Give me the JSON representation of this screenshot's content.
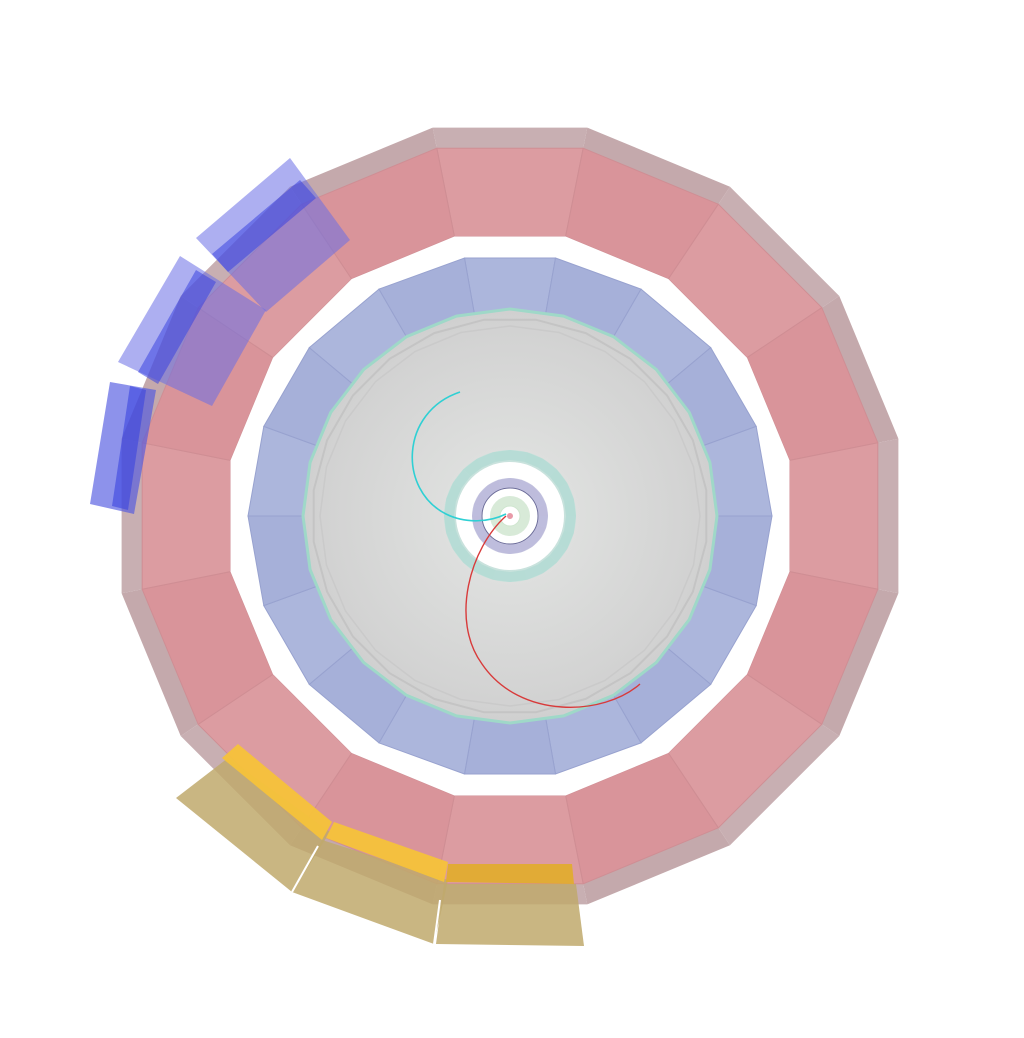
{
  "event_display": {
    "view": "transverse",
    "colors": {
      "background": "#ffffff",
      "muon_chamber": "#c4a9ac",
      "hadron_calorimeter": "#d9949a",
      "em_calorimeter": "#a6b0d9",
      "tracker_cylinder": "#dcdcdc",
      "tracker_outline": "#9fd8c8",
      "inner_pixel": "#cfcfe4",
      "beam_pipe": "#d8ead8",
      "muon_hits_blue": "#5a62e6",
      "muon_hits_gold": "#c8b47a",
      "energy_deposit_gold": "#f6c23a",
      "track_positive": "#2fd0d4",
      "track_negative": "#d83a3a"
    },
    "detector_layers": [
      {
        "name": "muon-ring",
        "sides": 16
      },
      {
        "name": "hadron-calorimeter",
        "sides": 16
      },
      {
        "name": "em-calorimeter",
        "sides": 18
      },
      {
        "name": "tracker",
        "sides": 24
      },
      {
        "name": "inner-tracker",
        "sides": 24
      },
      {
        "name": "pixel-detector",
        "sides": 20
      }
    ],
    "tracks": [
      {
        "name": "track-cyan",
        "charge": "positive"
      },
      {
        "name": "track-red",
        "charge": "negative"
      }
    ],
    "highlighted_segments": {
      "blue_muon_hits": 3,
      "gold_muon_hits": 3
    }
  }
}
